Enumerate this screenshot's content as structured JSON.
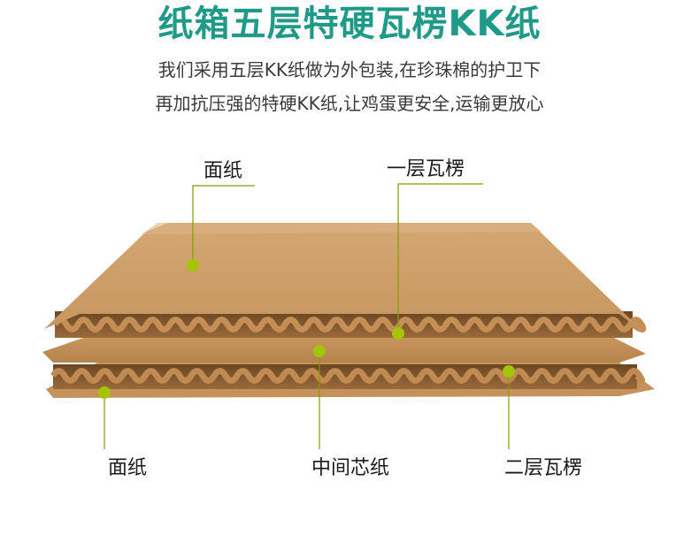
{
  "title": "纸箱五层特硬瓦楞KK纸",
  "subtitle_lines": [
    "我们采用五层KK纸做为外包装,在珍珠棉的护卫下",
    "再加抗压强的特硬KK纸,让鸡蛋更安全,运输更放心"
  ],
  "labels": {
    "top_left": "面纸",
    "top_right": "一层瓦楞",
    "bottom_left": "面纸",
    "bottom_middle": "中间芯纸",
    "bottom_right": "二层瓦楞"
  },
  "colors": {
    "title": "#1f9a88",
    "accent_dot": "#a4c400",
    "leader_line": "#7fa000",
    "kraft": "#c99a63"
  }
}
